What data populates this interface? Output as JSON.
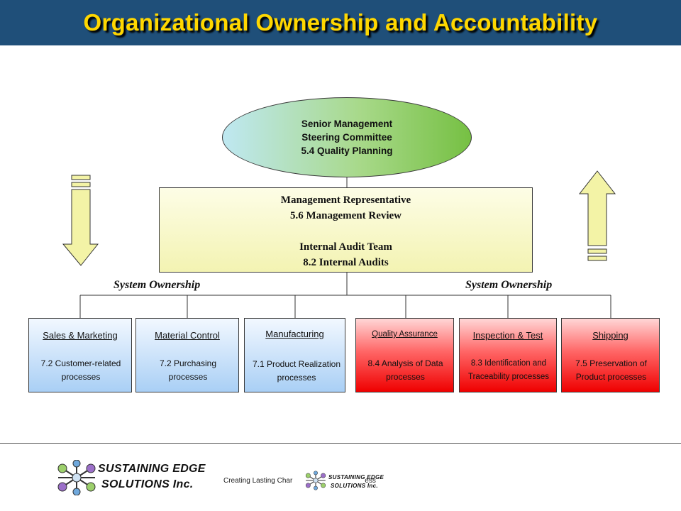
{
  "title": "Organizational Ownership and Accountability",
  "senior": {
    "line1": "Senior Management",
    "line2": "Steering Committee",
    "line3": "5.4 Quality Planning"
  },
  "mgmt": {
    "line1": "Management Representative",
    "line2": "5.6 Management Review",
    "line3": "Internal Audit Team",
    "line4": "8.2 Internal Audits"
  },
  "system_ownership": {
    "left": "System Ownership",
    "right": "System Ownership"
  },
  "departments": [
    {
      "name": "Sales & Marketing",
      "desc_line1": "7.2 Customer-related",
      "desc_line2": "processes",
      "color": "#a9cff5"
    },
    {
      "name": "Material Control",
      "desc_line1": "7.2 Purchasing",
      "desc_line2": "processes",
      "color": "#a9cff5"
    },
    {
      "name": "Manufacturing",
      "desc_line1": "7.1 Product Realization",
      "desc_line2": "processes",
      "color": "#a9cff5"
    },
    {
      "name": "Quality Assurance",
      "desc_line1": "8.4 Analysis of Data",
      "desc_line2": "processes",
      "color": "#ef0000"
    },
    {
      "name": "Inspection & Test",
      "desc_line1": "8.3 Identification and",
      "desc_line2": "Traceability processes",
      "color": "#ef0000"
    },
    {
      "name": "Shipping",
      "desc_line1": "7.5 Preservation of",
      "desc_line2": "Product processes",
      "color": "#ef0000"
    }
  ],
  "arrows": {
    "left": "down-arrow-icon",
    "right": "up-arrow-icon",
    "color": "#f3f3a6"
  },
  "footer": {
    "text": "Creating Lasting Char",
    "text_tail": "ess",
    "logo_line1": "SUSTAINING EDGE",
    "logo_line2": "SOLUTIONS Inc."
  },
  "colors": {
    "title_bg": "#1f4f79",
    "title_text": "#ffd700"
  }
}
